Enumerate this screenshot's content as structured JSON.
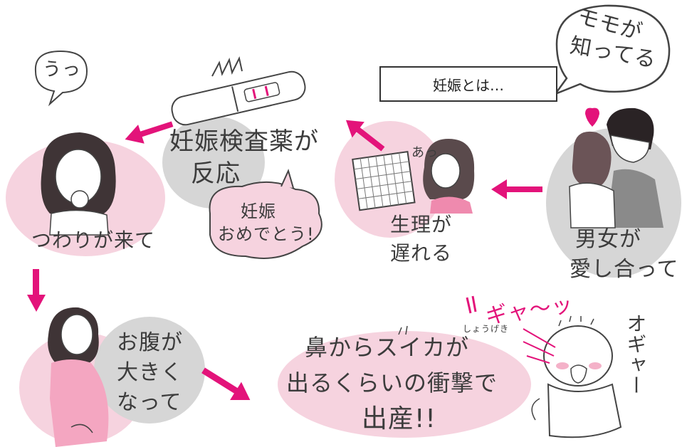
{
  "title_box": {
    "text": "妊娠とは…"
  },
  "corner_bubble": {
    "line1": "モモが",
    "line2": "知ってる"
  },
  "nausea_bubble": {
    "text": "うっ"
  },
  "scenes": {
    "couple": {
      "line1": "男女が",
      "line2": "愛し合って"
    },
    "late_period": {
      "exclaim": "あっ",
      "line1": "生理が",
      "line2": "遅れる"
    },
    "pregnancy_test": {
      "line1": "妊娠検査薬が",
      "line2": "反応",
      "bubble1": "妊娠",
      "bubble2": "おめでとう!"
    },
    "morning_sickness": {
      "text": "つわりが来て"
    },
    "belly": {
      "line1": "お腹が",
      "line2": "大きく",
      "line3": "なって"
    },
    "birth": {
      "line1": "鼻からスイカが",
      "ruby": "しょうげき",
      "line2": "出るくらいの衝撃で",
      "line3": "出産!!"
    },
    "baby": {
      "cry_pink": "ギャ〜ッ",
      "cry_dark": "オギャー"
    }
  },
  "colors": {
    "pink": "#f6d3df",
    "gray": "#d6d6d6",
    "accent": "#e3137a",
    "ink": "#3a3a3a"
  }
}
